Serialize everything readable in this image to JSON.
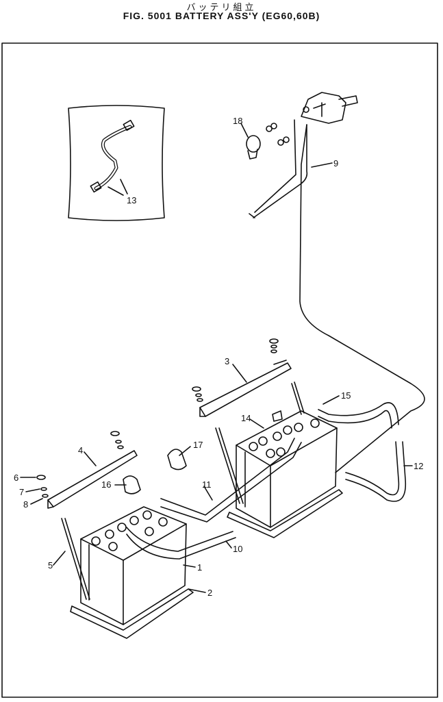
{
  "header": {
    "title_jp": "バッテリ組立",
    "title": "FIG. 5001  BATTERY ASS'Y (EG60,60B)"
  },
  "callouts": {
    "c1": "1",
    "c2": "2",
    "c3": "3",
    "c4": "4",
    "c5": "5",
    "c6": "6",
    "c7": "7",
    "c8": "8",
    "c9": "9",
    "c10": "10",
    "c11": "11",
    "c12": "12",
    "c13": "13",
    "c14": "14",
    "c15": "15",
    "c16": "16",
    "c17": "17",
    "c18": "18"
  }
}
